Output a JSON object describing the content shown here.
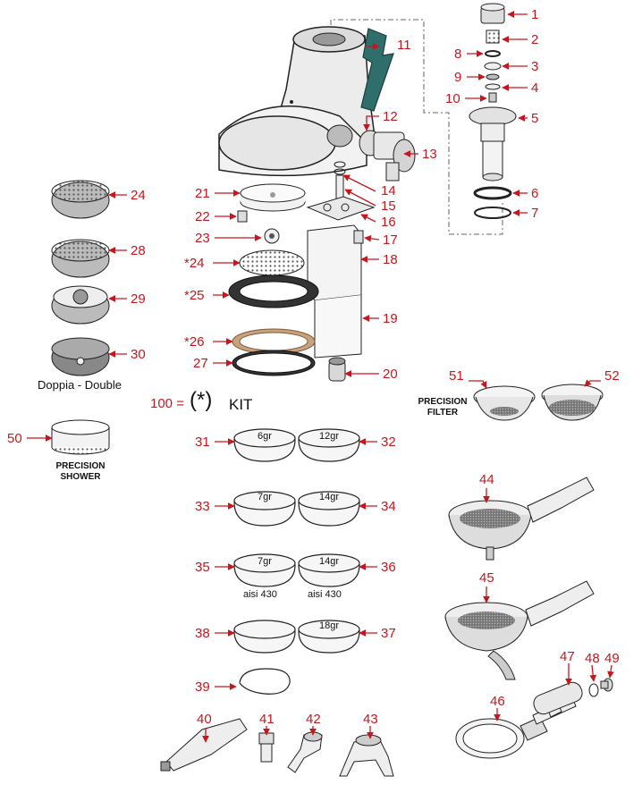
{
  "colors": {
    "accent": "#c8161d",
    "gasket_green": "#2f6e6a",
    "brown_gasket": "#c9a27d",
    "dark_gasket": "#333333"
  },
  "callouts": {
    "c1": "1",
    "c2": "2",
    "c3": "3",
    "c4": "4",
    "c5": "5",
    "c6": "6",
    "c7": "7",
    "c8": "8",
    "c9": "9",
    "c10": "10",
    "c11": "11",
    "c12": "12",
    "c13": "13",
    "c14": "14",
    "c15": "15",
    "c16": "16",
    "c17": "17",
    "c18": "18",
    "c19": "19",
    "c20": "20",
    "c21": "21",
    "c22": "22",
    "c23": "23",
    "c24a": "*24",
    "c24b": "24",
    "c25": "*25",
    "c26": "*26",
    "c27": "27",
    "c28": "28",
    "c29": "29",
    "c30": "30",
    "c31": "31",
    "c32": "32",
    "c33": "33",
    "c34": "34",
    "c35": "35",
    "c36": "36",
    "c37": "37",
    "c38": "38",
    "c39": "39",
    "c40": "40",
    "c41": "41",
    "c42": "42",
    "c43": "43",
    "c44": "44",
    "c45": "45",
    "c46": "46",
    "c47": "47",
    "c48": "48",
    "c49": "49",
    "c50": "50",
    "c51": "51",
    "c52": "52"
  },
  "kit": {
    "prefix": "100 =",
    "symbol": "(*)",
    "label": "KIT"
  },
  "captions": {
    "doppia": "Doppia - Double",
    "precision_shower_1": "PRECISION",
    "precision_shower_2": "SHOWER",
    "precision_filter_1": "PRECISION",
    "precision_filter_2": "FILTER"
  },
  "baskets": {
    "b31": "6gr",
    "b32": "12gr",
    "b33": "7gr",
    "b34": "14gr",
    "b35": "7gr",
    "b36": "14gr",
    "b37": "18gr",
    "aisi_a": "aisi 430",
    "aisi_b": "aisi 430"
  }
}
